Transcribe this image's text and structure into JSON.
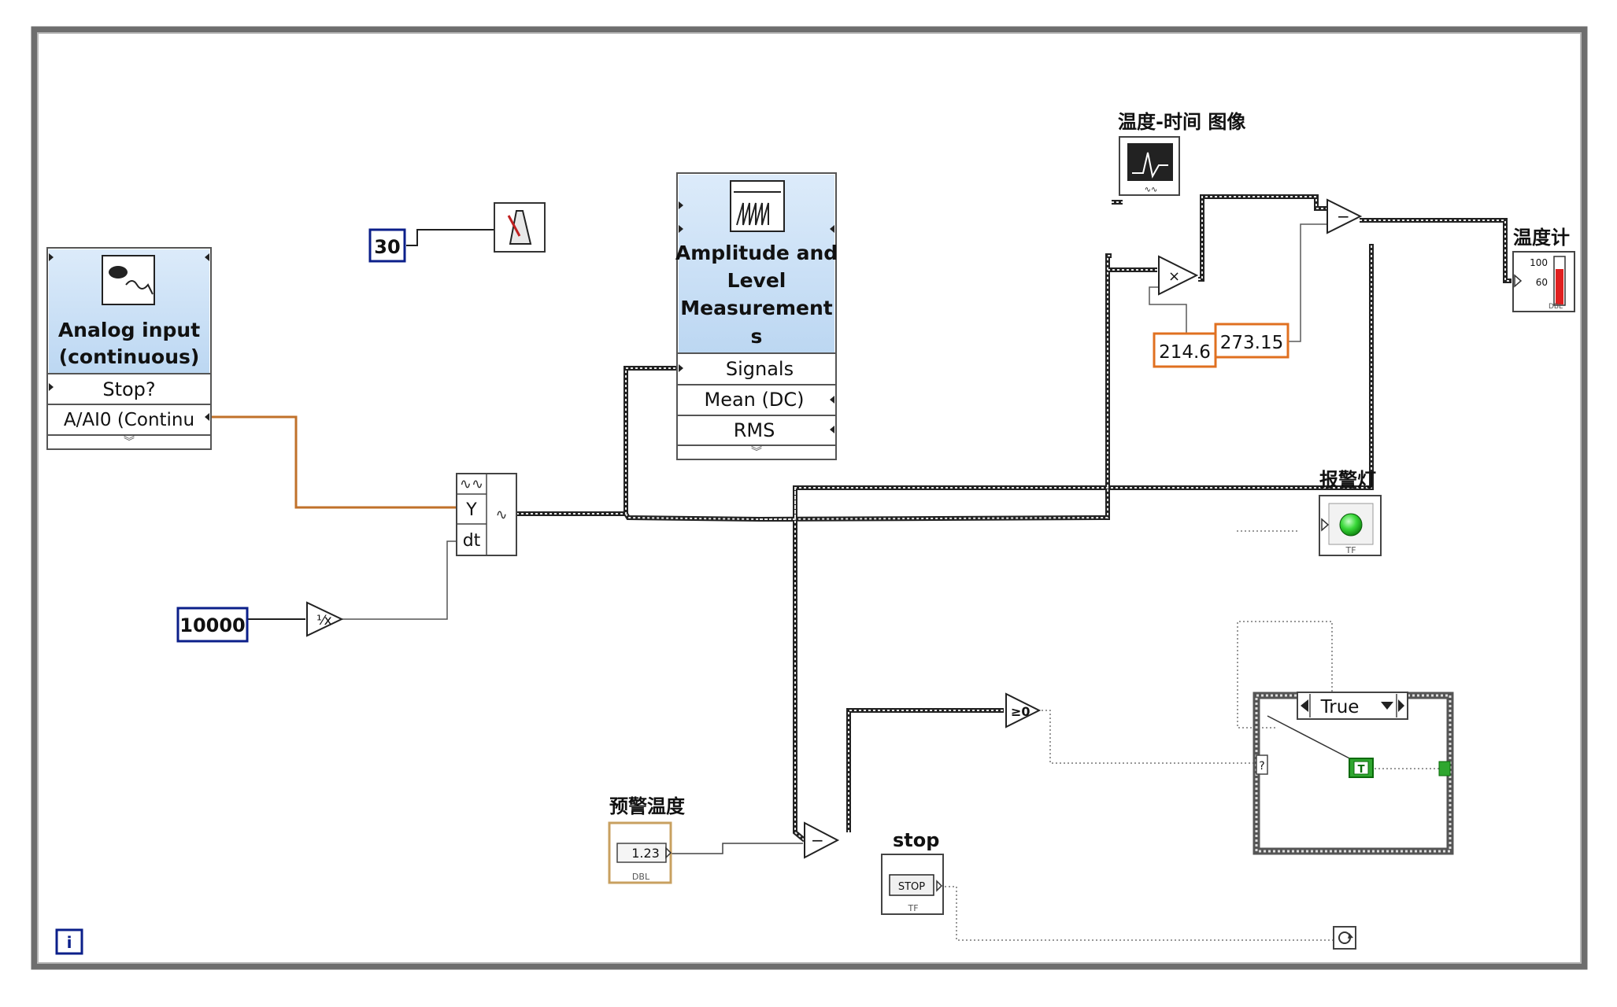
{
  "express_vis": {
    "daq": {
      "title_lines": [
        "Analog input",
        "(continuous)"
      ],
      "terminals": [
        "Stop?",
        "A/AI0 (Continu"
      ]
    },
    "amp": {
      "title_lines": [
        "Amplitude and",
        "Level",
        "Measurement",
        "s"
      ],
      "terminals": [
        "Signals",
        "Mean (DC)",
        "RMS"
      ]
    }
  },
  "constants": {
    "wait_ms": "30",
    "sample_rate": "10000",
    "slope": "214.6",
    "offset": "273.15"
  },
  "build_waveform": {
    "pins": [
      "Y",
      "dt"
    ]
  },
  "labels": {
    "graph": "温度-时间 图像",
    "thermometer": "温度计",
    "alarm_light": "报警灯",
    "warn_temp": "预警温度",
    "stop": "stop"
  },
  "warn_control": {
    "value": "1.23",
    "type": "DBL"
  },
  "stop_button": {
    "text": "STOP",
    "type": "TF"
  },
  "alarm_light": {
    "type": "TF"
  },
  "case_structure": {
    "selector": "True",
    "selector_terminal": "?",
    "const": "T"
  },
  "thermometer": {
    "ticks": [
      "100",
      "60"
    ],
    "type": "DBL"
  },
  "compare_zero": {
    "text": "≥0"
  },
  "loop_iteration": {
    "text": "i"
  },
  "colors": {
    "wire_dbl": "#ee8a14",
    "wire_wave": "#7a4a17",
    "wire_bool": "#0a7a0a",
    "const_border": "#0b1f8a",
    "dbl_const_border": "#e07020",
    "express_blue": "#cfe3f7"
  }
}
